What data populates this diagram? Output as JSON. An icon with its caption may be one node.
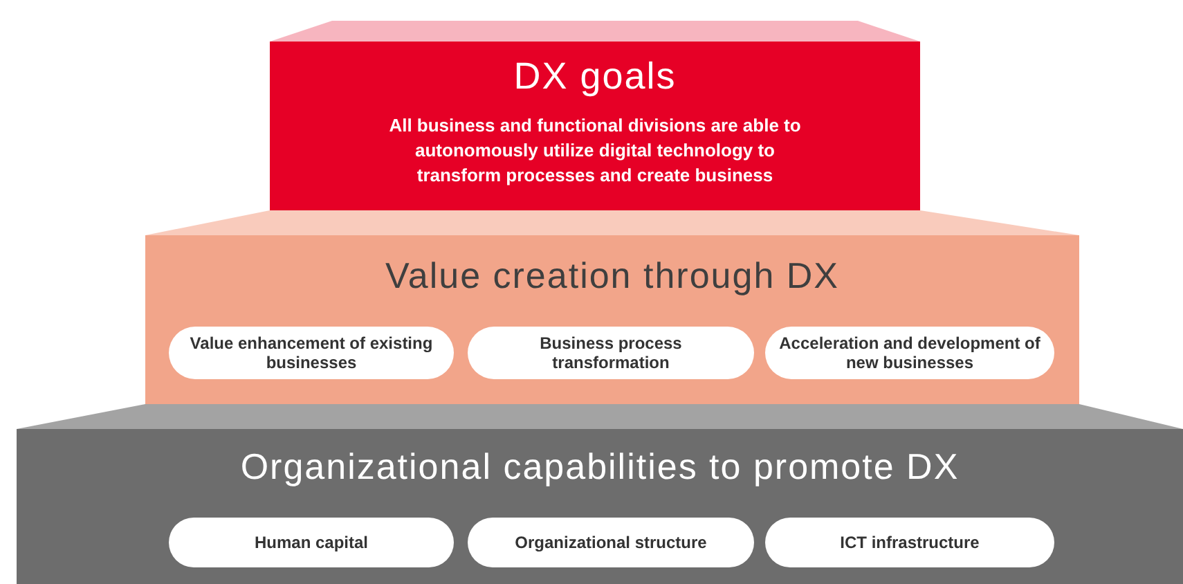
{
  "diagram": {
    "nodes": [
      {
        "text": [
          "DX goals",
          "All business and functional divisions are able to autonomously utilize digital technology to transform processes and create business"
        ]
      },
      {
        "text": [
          "Value creation through DX"
        ]
      },
      {
        "text": [
          "Value enhancement of existing businesses"
        ],
        "in": 1
      },
      {
        "text": [
          "Business process transformation"
        ],
        "in": 1
      },
      {
        "text": [
          "Acceleration and development of new businesses"
        ],
        "in": 1
      },
      {
        "text": [
          "Organizational capabilities to promote DX"
        ]
      },
      {
        "text": [
          "Human capital"
        ],
        "in": 5
      },
      {
        "text": [
          "Organizational structure"
        ],
        "in": 5
      },
      {
        "text": [
          "ICT infrastructure"
        ],
        "in": 5
      }
    ],
    "edges": []
  }
}
